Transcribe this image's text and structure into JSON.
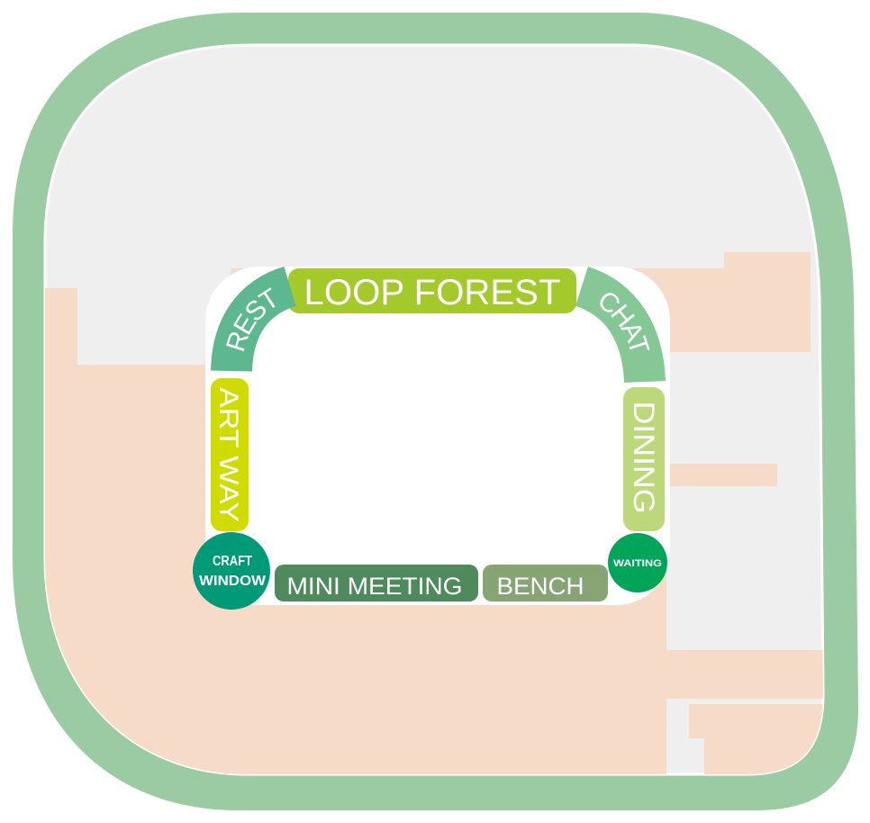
{
  "map": {
    "colors": {
      "outer_border": "#9bcba3",
      "building_gray": "#efefef",
      "floor_peach": "#f6dcc8",
      "center": "#ffffff"
    },
    "zones": {
      "loop_forest": {
        "label": "LOOP FOREST",
        "color": "#a3c92a"
      },
      "rest": {
        "label": "REST",
        "color": "#5db88f"
      },
      "chat": {
        "label": "CHAT",
        "color": "#86c796"
      },
      "art_way": {
        "label": "ART WAY",
        "color": "#d0dc00"
      },
      "dining": {
        "label": "DINING",
        "color": "#bdd87a"
      },
      "craft_window": {
        "line1": "CRAFT",
        "line2": "WINDOW",
        "color": "#009a78"
      },
      "mini_meeting": {
        "label": "MINI MEETING",
        "color": "#4e8a5c"
      },
      "bench": {
        "label": "BENCH",
        "color": "#87a574"
      },
      "waiting": {
        "label": "WAITING",
        "color": "#00a55a"
      }
    }
  }
}
